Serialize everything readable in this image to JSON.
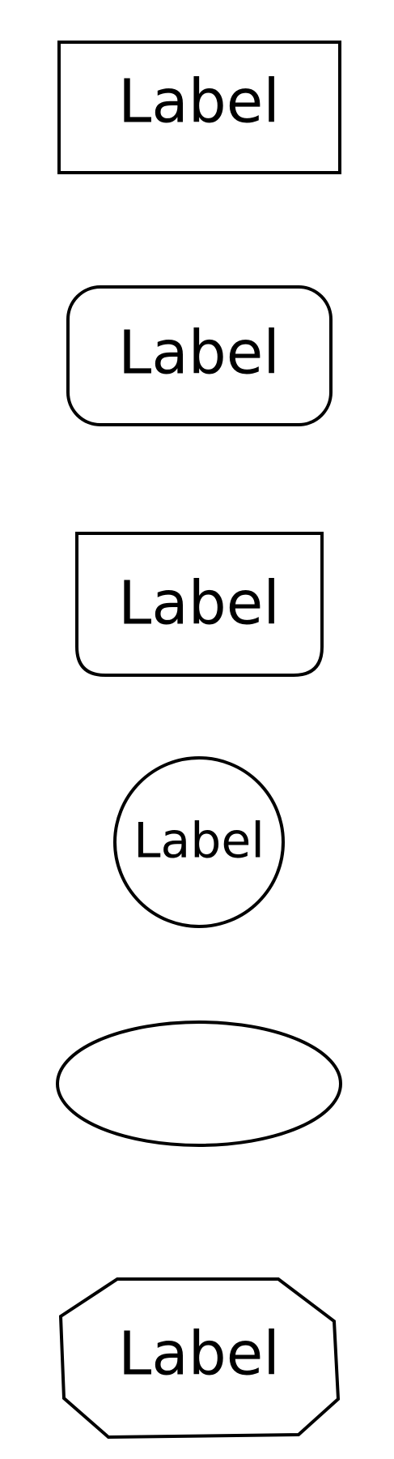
{
  "shapes": [
    {
      "kind": "rectangle",
      "label": "Label"
    },
    {
      "kind": "rounded-rectangle",
      "label": "Label"
    },
    {
      "kind": "square-top-rounded-bottom-rectangle",
      "label": "Label"
    },
    {
      "kind": "circle",
      "label": "Label"
    },
    {
      "kind": "ellipse",
      "label": ""
    },
    {
      "kind": "octagon",
      "label": "Label"
    }
  ],
  "colors": {
    "stroke": "#000000",
    "fill": "#ffffff",
    "background": "#ffffff"
  }
}
